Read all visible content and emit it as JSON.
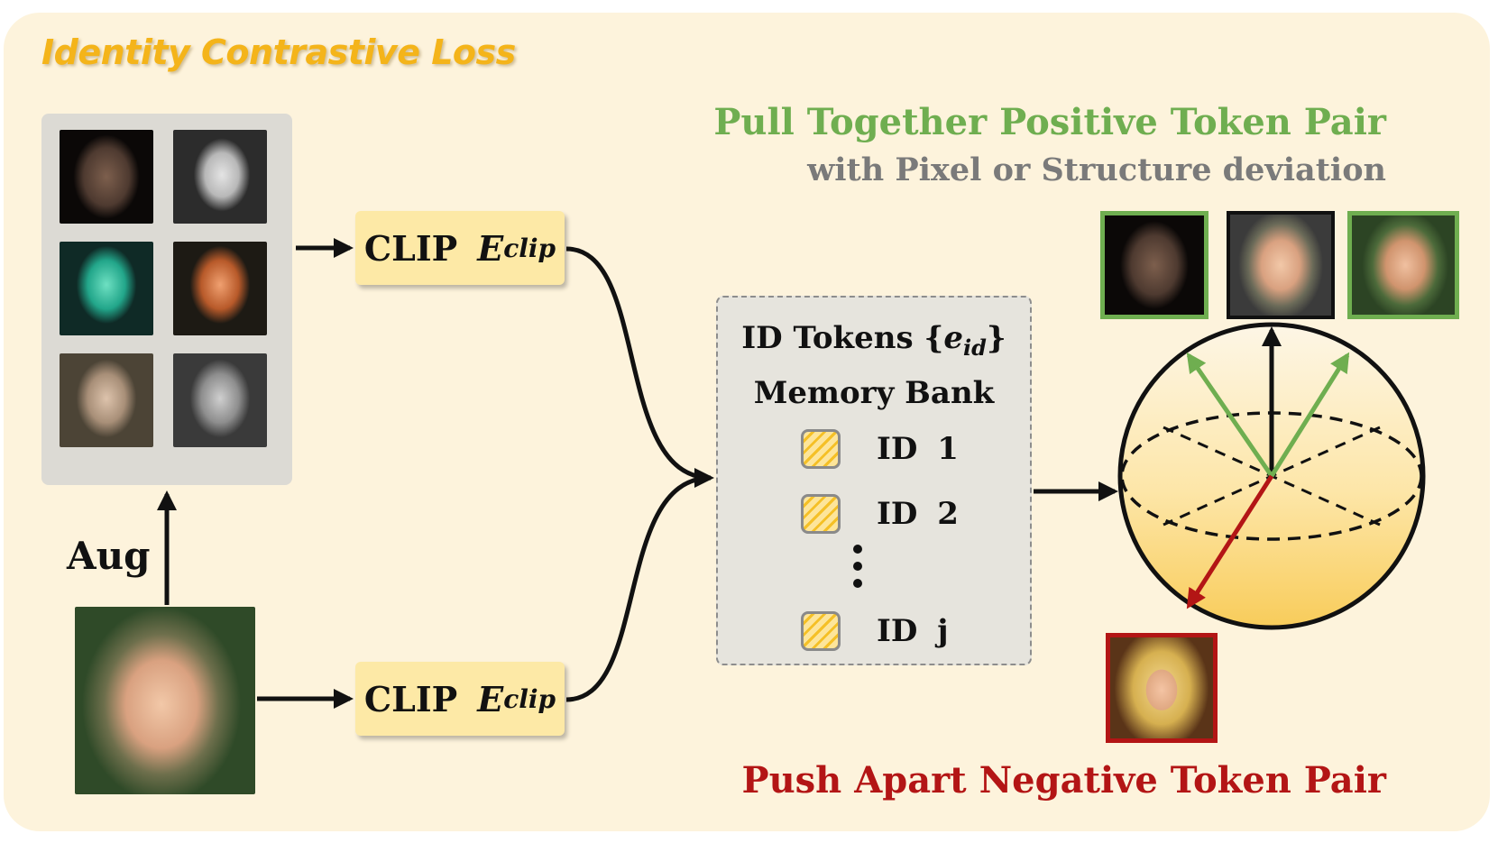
{
  "title": "Identity Contrastive Loss",
  "aug_label": "Aug",
  "encoder": {
    "name": "CLIP",
    "symbol": "E",
    "subscript": "clip"
  },
  "memory_bank": {
    "title_prefix": "ID Tokens {",
    "symbol": "e",
    "subscript": "id",
    "title_suffix": "}",
    "title_line2": "Memory Bank",
    "items": [
      "ID  1",
      "ID  2",
      "ID  j"
    ]
  },
  "pull_text": "Pull Together Positive Token Pair",
  "pull_subtext": "with Pixel or Structure deviation",
  "push_text": "Push Apart Negative Token Pair",
  "colors": {
    "positive": "#6fae50",
    "negative": "#b31515",
    "title": "#f4b41a",
    "encoder_box": "#fde9a6"
  },
  "augmentations": [
    "dark-vignette",
    "noisy-grayscale",
    "teal-color-shift",
    "warm-saturated",
    "sepia",
    "grayscale"
  ]
}
